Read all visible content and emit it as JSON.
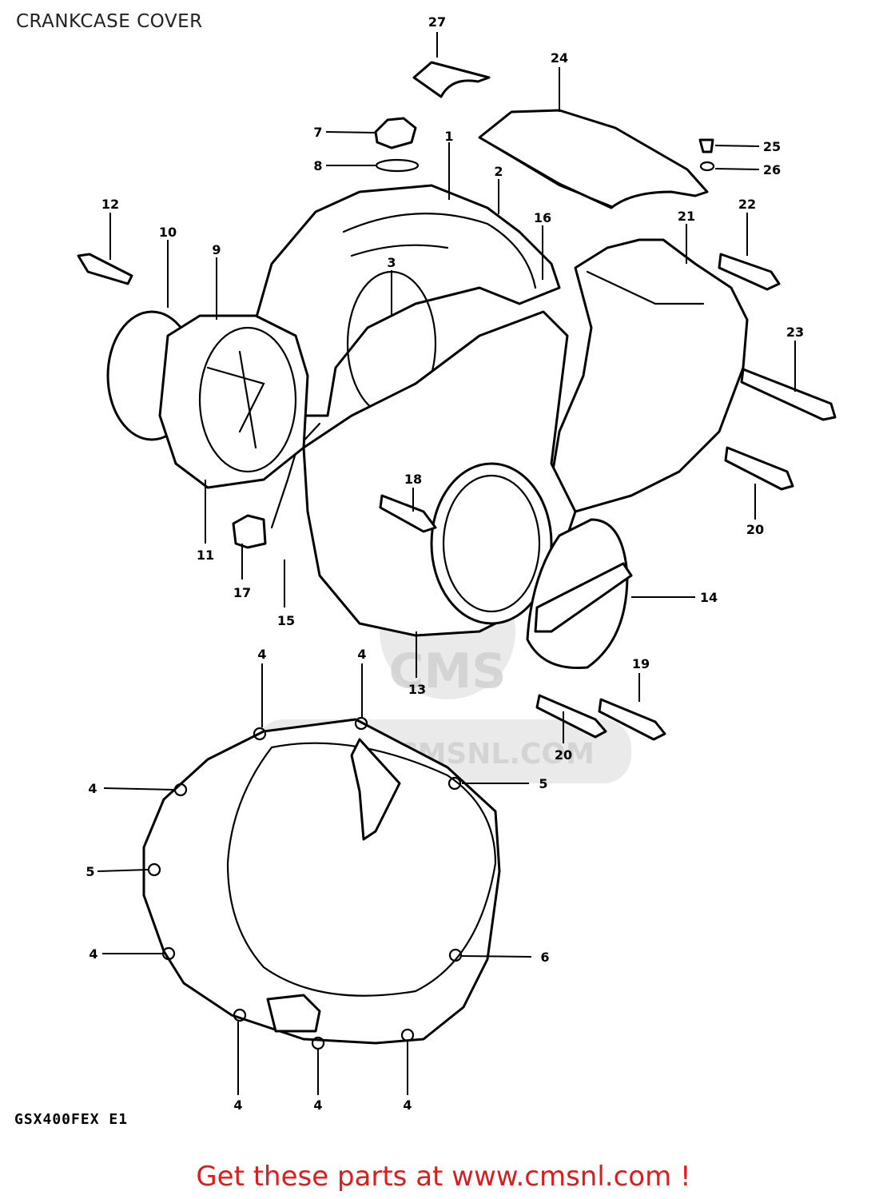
{
  "header": {
    "title": "CRANKCASE COVER"
  },
  "diagram": {
    "callouts": [
      "27",
      "24",
      "7",
      "8",
      "1",
      "25",
      "26",
      "2",
      "12",
      "10",
      "9",
      "16",
      "21",
      "22",
      "3",
      "23",
      "18",
      "20",
      "11",
      "17",
      "15",
      "14",
      "13",
      "4",
      "4",
      "19",
      "20",
      "4",
      "5",
      "5",
      "4",
      "6",
      "4",
      "4",
      "4"
    ],
    "watermark": {
      "logo": "CMS",
      "url": "WWW.CMSNL.COM"
    }
  },
  "footer": {
    "model_code": "GSX400FEX E1",
    "promo": "Get these parts at www.cmsnl.com !"
  }
}
